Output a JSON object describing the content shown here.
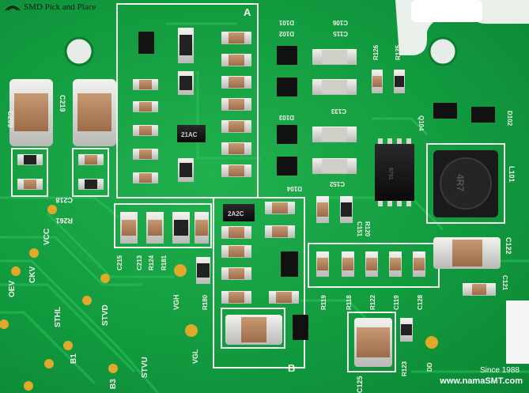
{
  "watermark": {
    "brand": "SMD Pick and Place",
    "since": "Since 1988",
    "url": "www.namaSMT.com"
  },
  "ic_markings": {
    "ic_2ac_a": "21AC",
    "ic_2ac_b": "2A2C",
    "ic_4r7": "4R7",
    "ic_soic": "8791"
  },
  "labels": [
    {
      "id": "lbl-A",
      "text": "A"
    },
    {
      "id": "lbl-B",
      "text": "B"
    },
    {
      "id": "lbl-C209",
      "text": "C209"
    },
    {
      "id": "lbl-C219",
      "text": "C219"
    },
    {
      "id": "lbl-C218",
      "text": "C218"
    },
    {
      "id": "lbl-R261",
      "text": "R261"
    },
    {
      "id": "lbl-VCC",
      "text": "VCC"
    },
    {
      "id": "lbl-CKV",
      "text": "CKV"
    },
    {
      "id": "lbl-OEV",
      "text": "OEV"
    },
    {
      "id": "lbl-STHL",
      "text": "STHL"
    },
    {
      "id": "lbl-B1",
      "text": "B1"
    },
    {
      "id": "lbl-STVD",
      "text": "STVD"
    },
    {
      "id": "lbl-STVU",
      "text": "STVU"
    },
    {
      "id": "lbl-B3",
      "text": "B3"
    },
    {
      "id": "lbl-C215",
      "text": "C215"
    },
    {
      "id": "lbl-C213",
      "text": "C213"
    },
    {
      "id": "lbl-R124",
      "text": "R124"
    },
    {
      "id": "lbl-R181",
      "text": "R181"
    },
    {
      "id": "lbl-VGH",
      "text": "VGH"
    },
    {
      "id": "lbl-R180",
      "text": "R180"
    },
    {
      "id": "lbl-VGL",
      "text": "VGL"
    },
    {
      "id": "lbl-D101",
      "text": "D101"
    },
    {
      "id": "lbl-D102-top",
      "text": "D102"
    },
    {
      "id": "lbl-D103",
      "text": "D103"
    },
    {
      "id": "lbl-D104",
      "text": "D104"
    },
    {
      "id": "lbl-C106",
      "text": "C106"
    },
    {
      "id": "lbl-C115",
      "text": "C115"
    },
    {
      "id": "lbl-R126",
      "text": "R126"
    },
    {
      "id": "lbl-R125",
      "text": "R125"
    },
    {
      "id": "lbl-C133",
      "text": "C133"
    },
    {
      "id": "lbl-C152",
      "text": "C152"
    },
    {
      "id": "lbl-C151",
      "text": "C151"
    },
    {
      "id": "lbl-R120",
      "text": "R120"
    },
    {
      "id": "lbl-Q104",
      "text": "Q104"
    },
    {
      "id": "lbl-D102",
      "text": "D102"
    },
    {
      "id": "lbl-L101",
      "text": "L101"
    },
    {
      "id": "lbl-C122",
      "text": "C122"
    },
    {
      "id": "lbl-C121",
      "text": "C121"
    },
    {
      "id": "lbl-R119",
      "text": "R119"
    },
    {
      "id": "lbl-R118",
      "text": "R118"
    },
    {
      "id": "lbl-R122",
      "text": "R122"
    },
    {
      "id": "lbl-C119",
      "text": "C119"
    },
    {
      "id": "lbl-C128",
      "text": "C128"
    },
    {
      "id": "lbl-C125",
      "text": "C125"
    },
    {
      "id": "lbl-R123",
      "text": "R123"
    },
    {
      "id": "lbl-DD",
      "text": "DD"
    }
  ]
}
